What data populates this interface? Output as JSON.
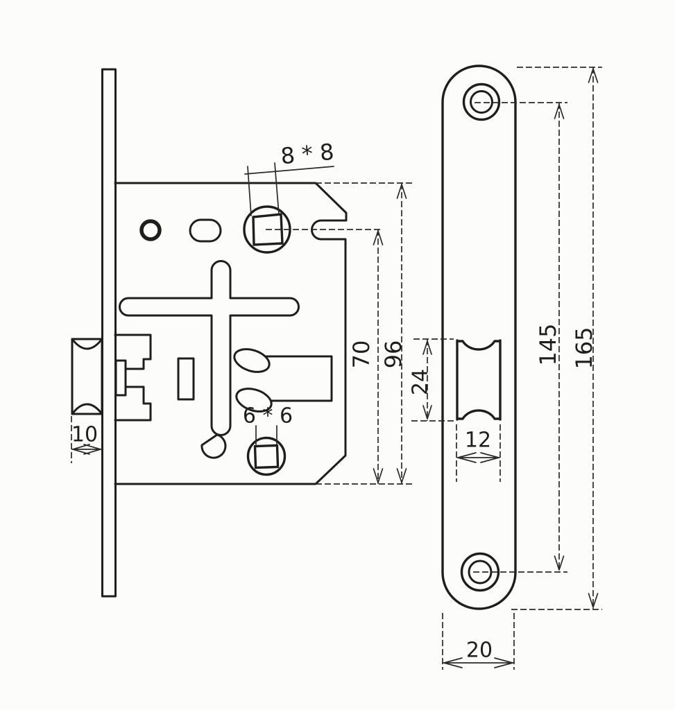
{
  "colors": {
    "ink": "#1e1e1e",
    "paper": "#fcfcfa"
  },
  "views": {
    "lock_mechanism": {
      "dims": {
        "spindle_square": "8 * 8",
        "follower_square": "6 * 6",
        "latch_center_height": "70",
        "case_height": "96",
        "latch_bolt_width": "10"
      }
    },
    "strike_plate": {
      "dims": {
        "cutout_height": "24",
        "cutout_width": "12",
        "screw_hole_spacing": "145",
        "plate_length": "165",
        "plate_width": "20"
      }
    }
  }
}
